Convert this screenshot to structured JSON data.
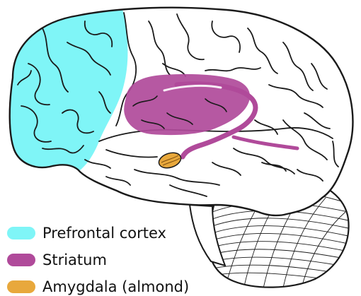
{
  "colors": {
    "prefrontal": "#7FF5F7",
    "striatum": "#B04A9A",
    "amygdala": "#E8A83C",
    "outline": "#1a1a1a"
  },
  "legend": [
    {
      "label": "Prefrontal cortex",
      "color": "#7FF5F7"
    },
    {
      "label": "Striatum",
      "color": "#B04A9A"
    },
    {
      "label": "Amygdala (almond)",
      "color": "#E8A83C"
    }
  ]
}
